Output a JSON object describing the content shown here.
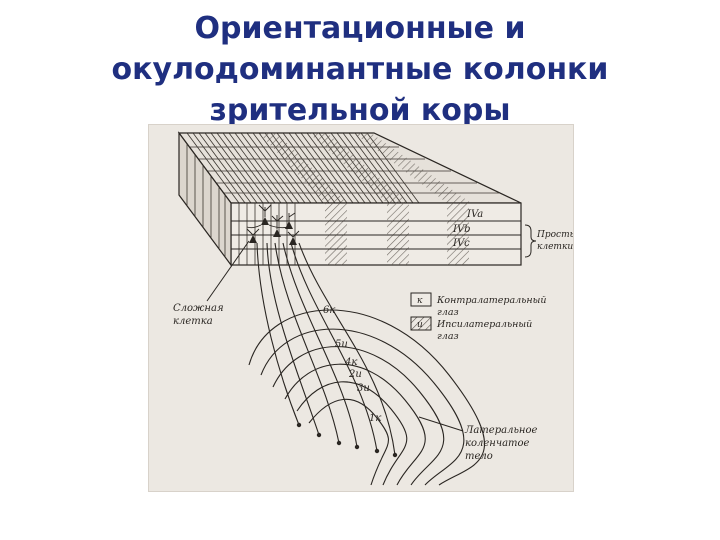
{
  "title_lines": [
    "Ориентационные и",
    "окулодоминантные колонки",
    "зрительной коры"
  ],
  "diagram": {
    "layers": [
      "IVa",
      "IVb",
      "IVc"
    ],
    "layer_group_label": [
      "Простые",
      "клетки"
    ],
    "complex_cell_label": [
      "Сложная",
      "клетка"
    ],
    "legend": [
      {
        "key": "к",
        "text": [
          "Контралатеральный",
          "глаз"
        ]
      },
      {
        "key": "и",
        "text": [
          "Ипсилатеральный",
          "глаз"
        ]
      }
    ],
    "lgn_layers": [
      "6к",
      "5и",
      "4к",
      "3и",
      "2и",
      "1к"
    ],
    "lgn_label": [
      "Латеральное",
      "коленчатое",
      "тело"
    ],
    "colors": {
      "ink": "#2a2622",
      "paper": "#ece8e2",
      "title": "#1f2f80"
    }
  }
}
